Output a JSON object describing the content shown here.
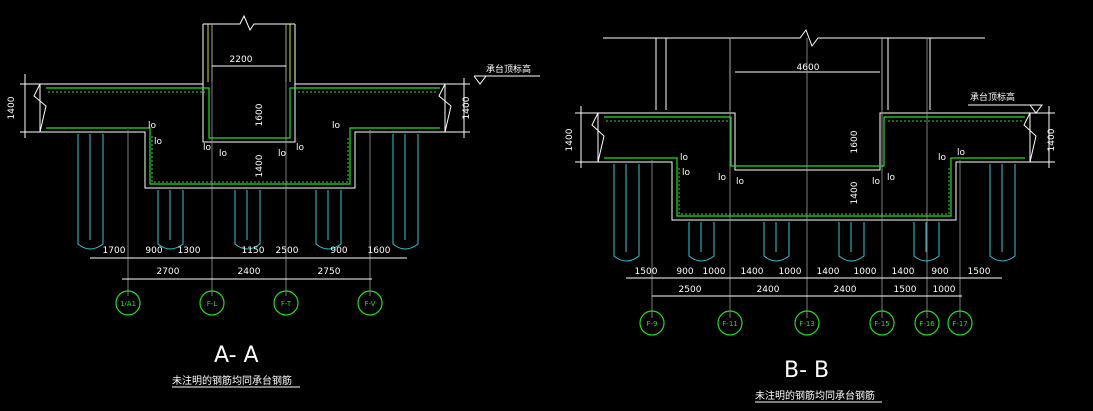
{
  "section_a": {
    "title": "A- A",
    "note": "未注明的钢筋均同承台钢筋",
    "elev_label": "承台顶标高",
    "top_dim": "2200",
    "vert_left": "1400",
    "vert_right": "1400",
    "vert_pit1": "1600",
    "vert_pit2": "1400",
    "lo": "lo",
    "dims_row1": [
      "1700",
      "900",
      "1300",
      "1150",
      "2500",
      "900",
      "1600"
    ],
    "dims_row2": [
      "2700",
      "2400",
      "2750"
    ],
    "axes": [
      "1/A1",
      "F-L",
      "F-T",
      "F-V"
    ]
  },
  "section_b": {
    "title": "B- B",
    "note": "未注明的钢筋均同承台钢筋",
    "elev_label": "承台顶标高",
    "top_dim": "4600",
    "vert_left": "1400",
    "vert_right": "1400",
    "vert_pit1": "1600",
    "vert_pit2": "1400",
    "lo": "lo",
    "dims_row1": [
      "1500",
      "900",
      "1000",
      "1400",
      "1000",
      "1400",
      "1000",
      "1400",
      "900",
      "1500"
    ],
    "dims_row2": [
      "2500",
      "2400",
      "2400",
      "1500",
      "1000"
    ],
    "axes": [
      "F-9",
      "F-11",
      "F-13",
      "F-15",
      "F-16",
      "F-17"
    ]
  },
  "colors": {
    "outline": "#ffffff",
    "rebar": "#22dd22",
    "pile": "#33c8d8",
    "axis": "#22dd22",
    "leader": "#d8d820"
  }
}
